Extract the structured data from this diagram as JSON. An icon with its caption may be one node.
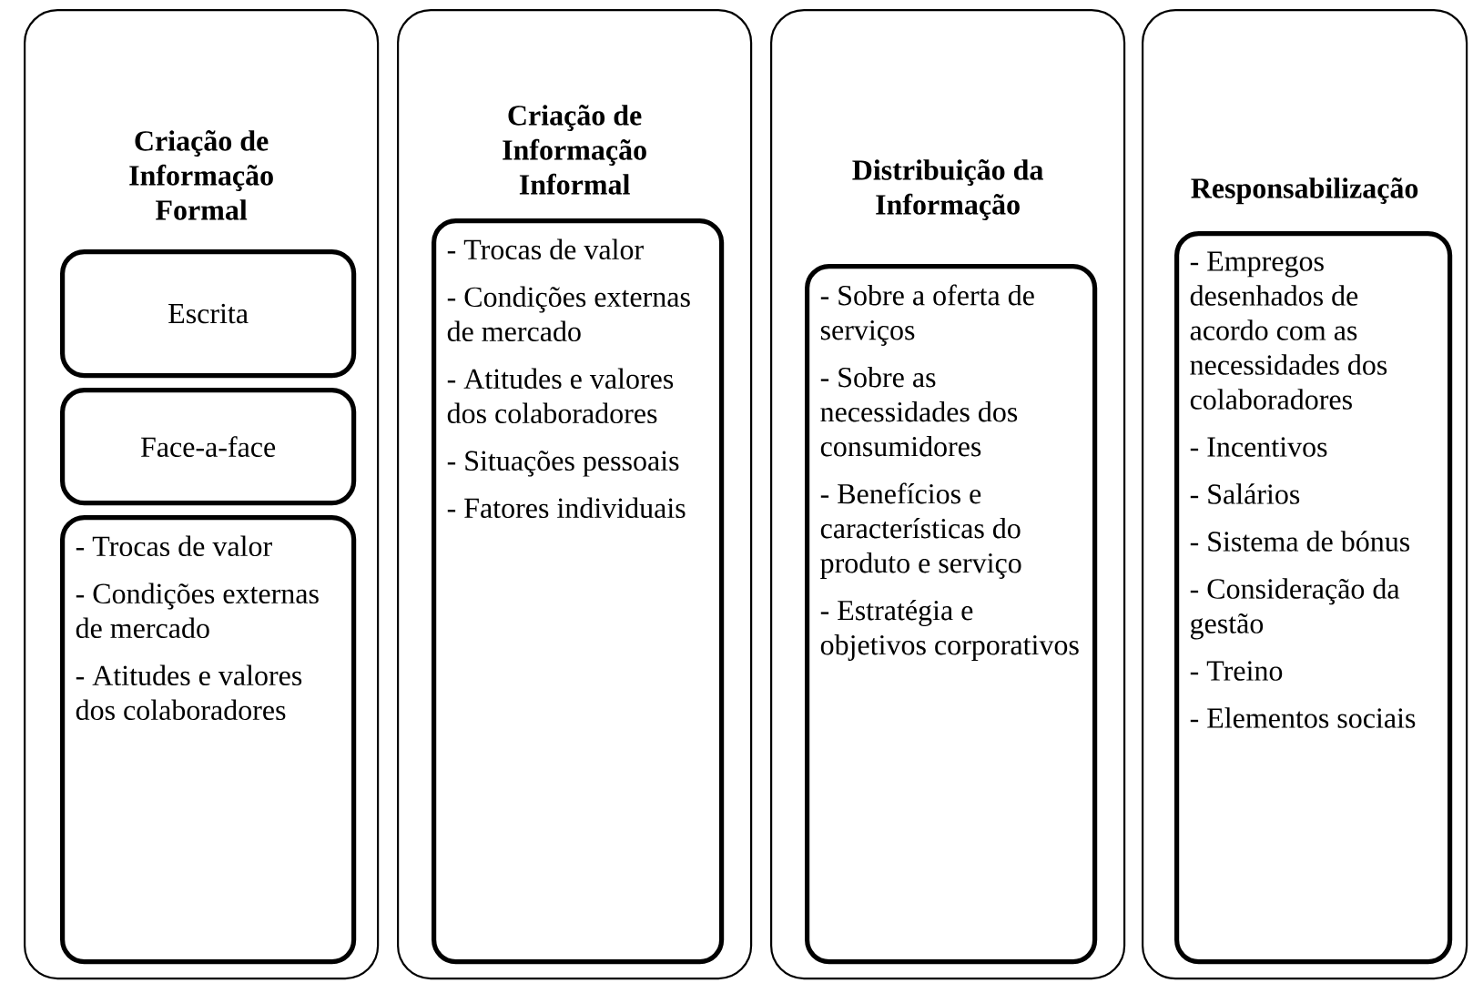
{
  "diagram": {
    "nodes": [
      {
        "text": [
          "Criação de Informação Formal"
        ]
      },
      {
        "text": [
          "Escrita"
        ],
        "in": 0
      },
      {
        "text": [
          "Face-a-face"
        ],
        "in": 0
      },
      {
        "text": [
          "- Trocas de valor",
          "- Condições externas de mercado",
          "- Atitudes e valores dos colaboradores"
        ],
        "in": 0
      },
      {
        "text": [
          "Criação de Informação Informal"
        ]
      },
      {
        "text": [
          "- Trocas de valor",
          "- Condições externas de mercado",
          "- Atitudes e valores dos colaboradores",
          "- Situações pessoais",
          "- Fatores individuais"
        ],
        "in": 4
      },
      {
        "text": [
          "Distribuição da Informação"
        ]
      },
      {
        "text": [
          "- Sobre a oferta de serviços",
          "- Sobre as necessidades dos consumidores",
          "- Benefícios e características do produto e serviço",
          "- Estratégia e objetivos corporativos"
        ],
        "in": 6
      },
      {
        "text": [
          "Responsabilização"
        ]
      },
      {
        "text": [
          "- Empregos desenhados de acordo com as necessidades dos colaboradores",
          "- Incentivos",
          "- Salários",
          "- Sistema de bónus",
          "- Consideração da gestão",
          "- Treino",
          "- Elementos sociais"
        ],
        "in": 8
      }
    ]
  }
}
